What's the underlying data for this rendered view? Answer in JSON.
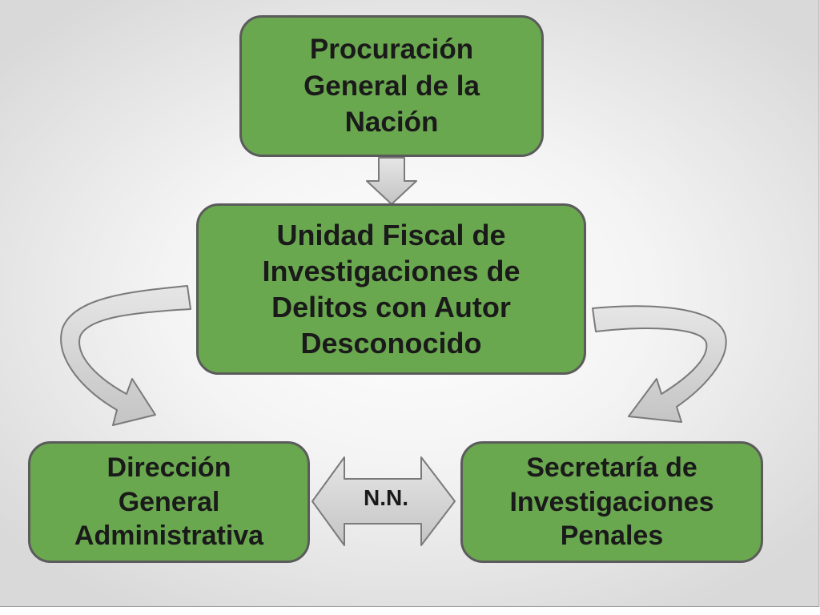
{
  "diagram": {
    "nodes": {
      "procuracion": {
        "label": "Procuración\nGeneral de la\nNación"
      },
      "unidad_fiscal": {
        "label": "Unidad Fiscal de\nInvestigaciones de\nDelitos con Autor\nDesconocido"
      },
      "direccion": {
        "label": "Dirección\nGeneral\nAdministrativa"
      },
      "secretaria": {
        "label": "Secretaría de\nInvestigaciones\nPenales"
      }
    },
    "connector_label": "N.N.",
    "edges": [
      {
        "from": "procuracion",
        "to": "unidad_fiscal",
        "style": "block-arrow-down"
      },
      {
        "from": "unidad_fiscal",
        "to": "direccion",
        "style": "curved-arrow"
      },
      {
        "from": "unidad_fiscal",
        "to": "secretaria",
        "style": "curved-arrow"
      },
      {
        "from": "direccion",
        "to": "secretaria",
        "style": "double-block-arrow",
        "label": "N.N."
      }
    ],
    "colors": {
      "node_fill": "#6aa84f",
      "node_border": "#5b5b5b",
      "arrow_fill": "#d3d3d3",
      "arrow_stroke": "#7a7a7a",
      "text": "#1a1a1a"
    }
  }
}
